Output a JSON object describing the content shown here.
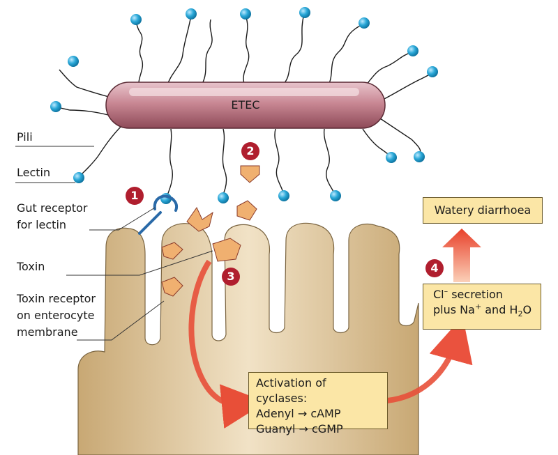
{
  "bacterium": {
    "label": "ETEC"
  },
  "labels": {
    "pili": "Pili",
    "lectin": "Lectin",
    "gut_receptor_line1": "Gut receptor",
    "gut_receptor_line2": "for lectin",
    "toxin": "Toxin",
    "toxin_receptor_line1": "Toxin receptor",
    "toxin_receptor_line2": "on enterocyte",
    "toxin_receptor_line3": "membrane"
  },
  "steps": {
    "s1": "1",
    "s2": "2",
    "s3": "3",
    "s4": "4"
  },
  "cyclase_box": {
    "line1": "Activation of  cyclases:",
    "adenyl": "Adenyl",
    "camp": "cAMP",
    "guanyl": "Guanyl",
    "cgmp": "cGMP",
    "arrow": "→"
  },
  "secretion_box": {
    "cl": "Cl",
    "cl_sup": "–",
    "secretion_word": " secretion",
    "plus_na": "plus Na",
    "na_sup": "+",
    "and_h": " and H",
    "h_sub": "2",
    "o": "O"
  },
  "diarrhoea_box": {
    "label": "Watery diarrhoea"
  },
  "colors": {
    "bacterium": "#c98894",
    "pili_tip": "#2aa8d8",
    "tissue": "#dcc49a",
    "step_badge": "#b01e2e",
    "box_fill": "#fbe6a6",
    "arrow": "#e8503a",
    "toxin": "#f0b070",
    "receptor": "#2a6aa8"
  }
}
